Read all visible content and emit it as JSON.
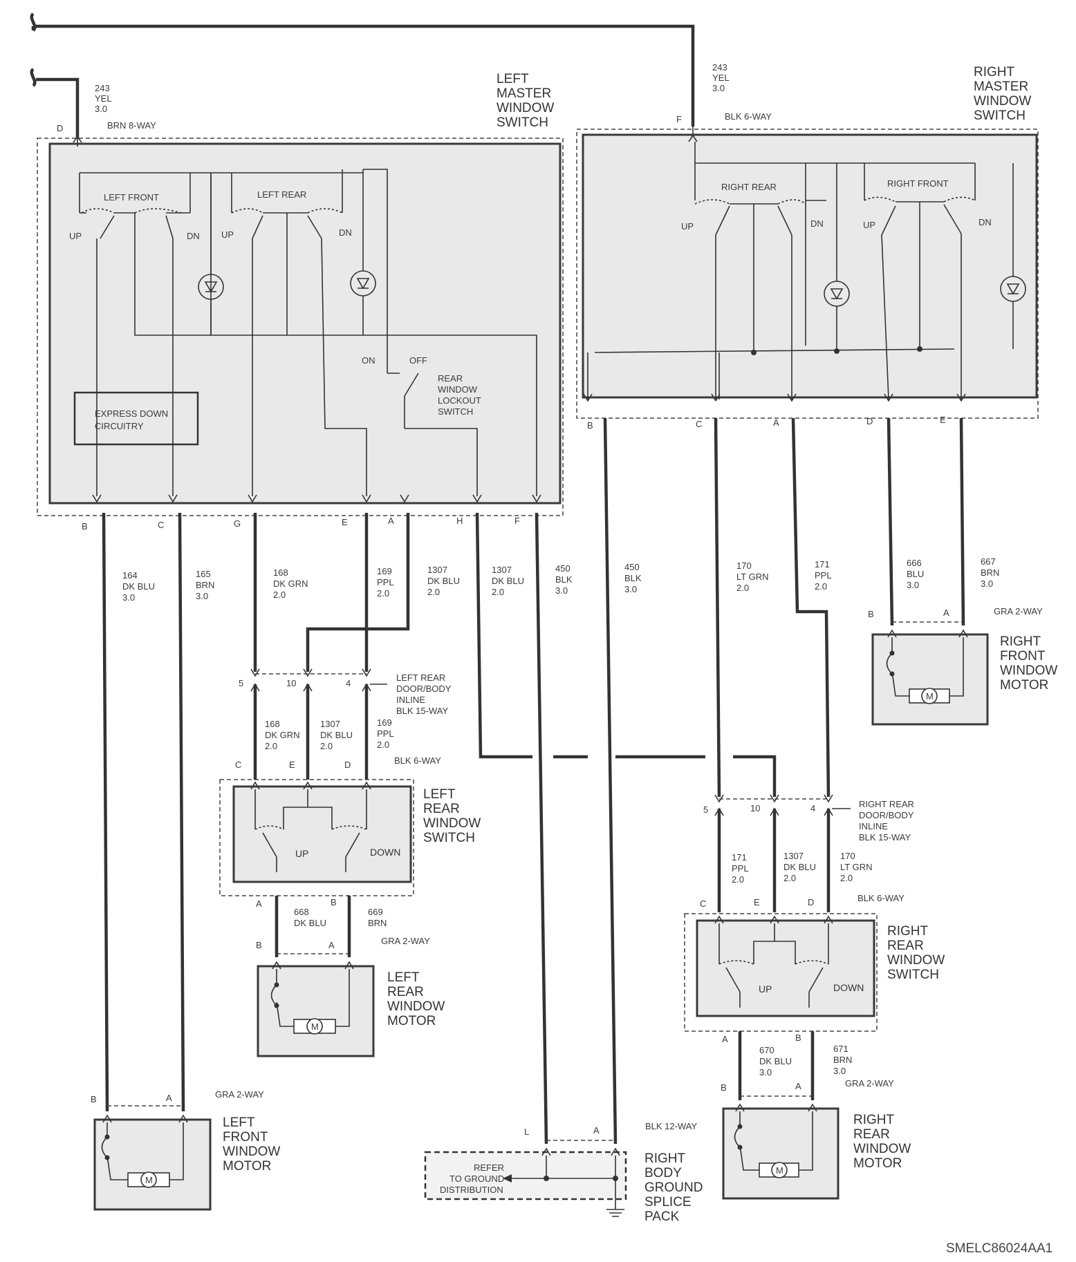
{
  "left_master": {
    "title": [
      "LEFT",
      "MASTER",
      "WINDOW",
      "SWITCH"
    ],
    "feed": {
      "circuit": "243",
      "color": "YEL",
      "gauge": "3.0",
      "pin": "D",
      "connector": "BRN 8-WAY"
    },
    "left_front": "LEFT FRONT",
    "left_rear": "LEFT REAR",
    "up": "UP",
    "dn": "DN",
    "on": "ON",
    "off": "OFF",
    "lockout": [
      "REAR",
      "WINDOW",
      "LOCKOUT",
      "SWITCH"
    ],
    "express": [
      "EXPRESS DOWN",
      "CIRCUITRY"
    ],
    "pins": [
      "B",
      "C",
      "G",
      "E",
      "A",
      "H",
      "F"
    ]
  },
  "right_master": {
    "title": [
      "RIGHT",
      "MASTER",
      "WINDOW",
      "SWITCH"
    ],
    "feed": {
      "circuit": "243",
      "color": "YEL",
      "gauge": "3.0",
      "pin": "F",
      "connector": "BLK 6-WAY"
    },
    "right_rear": "RIGHT REAR",
    "right_front": "RIGHT FRONT",
    "up": "UP",
    "dn": "DN",
    "pins": [
      "B",
      "C",
      "A",
      "D",
      "E"
    ]
  },
  "wires": [
    {
      "circuit": "164",
      "color": "DK BLU",
      "gauge": "3.0"
    },
    {
      "circuit": "165",
      "color": "BRN",
      "gauge": "3.0"
    },
    {
      "circuit": "168",
      "color": "DK GRN",
      "gauge": "2.0"
    },
    {
      "circuit": "169",
      "color": "PPL",
      "gauge": "2.0"
    },
    {
      "circuit": "1307",
      "color": "DK BLU",
      "gauge": "2.0"
    },
    {
      "circuit": "1307",
      "color": "DK BLU",
      "gauge": "2.0"
    },
    {
      "circuit": "450",
      "color": "BLK",
      "gauge": "3.0"
    },
    {
      "circuit": "450",
      "color": "BLK",
      "gauge": "3.0"
    },
    {
      "circuit": "170",
      "color": "LT GRN",
      "gauge": "2.0"
    },
    {
      "circuit": "171",
      "color": "PPL",
      "gauge": "2.0"
    },
    {
      "circuit": "666",
      "color": "BLU",
      "gauge": "3.0"
    },
    {
      "circuit": "667",
      "color": "BRN",
      "gauge": "3.0"
    }
  ],
  "left_rear_inline": {
    "label": [
      "LEFT REAR",
      "DOOR/BODY",
      "INLINE",
      "BLK 15-WAY"
    ],
    "pins": [
      "5",
      "10",
      "4"
    ]
  },
  "left_rear_switch": {
    "title": [
      "LEFT",
      "REAR",
      "WINDOW",
      "SWITCH"
    ],
    "connector": "BLK 6-WAY",
    "pins": [
      "C",
      "E",
      "D"
    ],
    "up": "UP",
    "down": "DOWN",
    "wires": [
      {
        "circuit": "168",
        "color": "DK GRN",
        "gauge": "2.0"
      },
      {
        "circuit": "1307",
        "color": "DK BLU",
        "gauge": "2.0"
      },
      {
        "circuit": "169",
        "color": "PPL",
        "gauge": "2.0"
      }
    ],
    "out_pins": [
      "A",
      "B"
    ],
    "out_wires": [
      {
        "circuit": "668",
        "color": "DK BLU"
      },
      {
        "circuit": "669",
        "color": "BRN"
      }
    ]
  },
  "left_rear_motor": {
    "title": [
      "LEFT",
      "REAR",
      "WINDOW",
      "MOTOR"
    ],
    "connector": "GRA 2-WAY",
    "pins": [
      "B",
      "A"
    ],
    "m": "M"
  },
  "left_front_motor": {
    "title": [
      "LEFT",
      "FRONT",
      "WINDOW",
      "MOTOR"
    ],
    "connector": "GRA 2-WAY",
    "pins": [
      "B",
      "A"
    ],
    "m": "M"
  },
  "right_front_motor": {
    "title": [
      "RIGHT",
      "FRONT",
      "WINDOW",
      "MOTOR"
    ],
    "connector": "GRA 2-WAY",
    "pins": [
      "B",
      "A"
    ],
    "m": "M"
  },
  "right_rear_inline": {
    "label": [
      "RIGHT REAR",
      "DOOR/BODY",
      "INLINE",
      "BLK 15-WAY"
    ],
    "pins": [
      "5",
      "10",
      "4"
    ]
  },
  "right_rear_switch": {
    "title": [
      "RIGHT",
      "REAR",
      "WINDOW",
      "SWITCH"
    ],
    "connector": "BLK 6-WAY",
    "pins": [
      "C",
      "E",
      "D"
    ],
    "up": "UP",
    "down": "DOWN",
    "wires": [
      {
        "circuit": "171",
        "color": "PPL",
        "gauge": "2.0"
      },
      {
        "circuit": "1307",
        "color": "DK BLU",
        "gauge": "2.0"
      },
      {
        "circuit": "170",
        "color": "LT GRN",
        "gauge": "2.0"
      }
    ],
    "out_pins": [
      "A",
      "B"
    ],
    "out_wires": [
      {
        "circuit": "670",
        "color": "DK BLU",
        "gauge": "3.0"
      },
      {
        "circuit": "671",
        "color": "BRN",
        "gauge": "3.0"
      }
    ]
  },
  "right_rear_motor": {
    "title": [
      "RIGHT",
      "REAR",
      "WINDOW",
      "MOTOR"
    ],
    "connector": "GRA 2-WAY",
    "pins": [
      "B",
      "A"
    ],
    "m": "M"
  },
  "ground": {
    "title": [
      "RIGHT",
      "BODY",
      "GROUND",
      "SPLICE",
      "PACK"
    ],
    "connector": "BLK 12-WAY",
    "pins": [
      "L",
      "A"
    ],
    "refer": [
      "REFER",
      "TO GROUND",
      "DISTRIBUTION"
    ]
  },
  "footer": "SMELC86024AA1"
}
